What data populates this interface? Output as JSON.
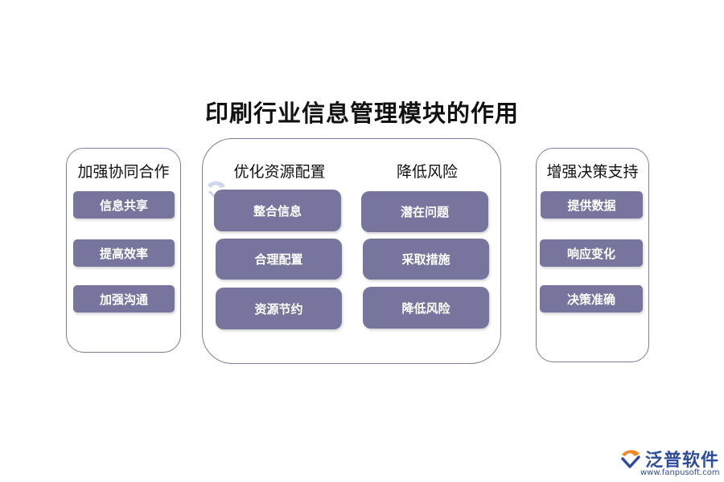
{
  "title": "印刷行业信息管理模块的作用",
  "groups": [
    {
      "heading": "加强协同合作",
      "items": [
        "信息共享",
        "提高效率",
        "加强沟通"
      ]
    },
    {
      "heading": "优化资源配置",
      "items": [
        "整合信息",
        "合理配置",
        "资源节约"
      ]
    },
    {
      "heading": "降低风险",
      "items": [
        "潜在问题",
        "采取措施",
        "降低风险"
      ]
    },
    {
      "heading": "增强决策支持",
      "items": [
        "提供数据",
        "响应变化",
        "决策准确"
      ]
    }
  ],
  "brand": {
    "name": "泛普软件",
    "url": "www.fanpusoft.com"
  },
  "colors": {
    "box_fill": "#77759d",
    "border": "#7d7b9f",
    "brand": "#2d4d9c"
  }
}
